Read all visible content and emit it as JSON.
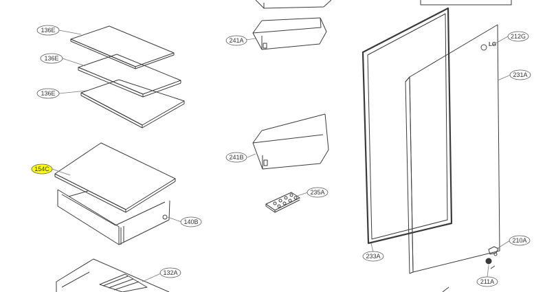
{
  "diagram": {
    "callouts": [
      {
        "id": "c-136e-1",
        "label": "136E",
        "highlight": false
      },
      {
        "id": "c-136e-2",
        "label": "136E",
        "highlight": false
      },
      {
        "id": "c-136e-3",
        "label": "136E",
        "highlight": false
      },
      {
        "id": "c-154c",
        "label": "154C",
        "highlight": true
      },
      {
        "id": "c-140b",
        "label": "140B",
        "highlight": false
      },
      {
        "id": "c-132a",
        "label": "132A",
        "highlight": false
      },
      {
        "id": "c-241a",
        "label": "241A",
        "highlight": false
      },
      {
        "id": "c-241b",
        "label": "241B",
        "highlight": false
      },
      {
        "id": "c-235a",
        "label": "235A",
        "highlight": false
      },
      {
        "id": "c-233a",
        "label": "233A",
        "highlight": false
      },
      {
        "id": "c-212g",
        "label": "212G",
        "highlight": false
      },
      {
        "id": "c-231a",
        "label": "231A",
        "highlight": false
      },
      {
        "id": "c-210a",
        "label": "210A",
        "highlight": false
      },
      {
        "id": "c-211a",
        "label": "211A",
        "highlight": false
      }
    ],
    "logo_text": "LG",
    "colors": {
      "line": "#3a3a3a",
      "highlight": "#ffff00",
      "callout_stroke": "#555555",
      "callout_fill": "#ffffff"
    }
  }
}
